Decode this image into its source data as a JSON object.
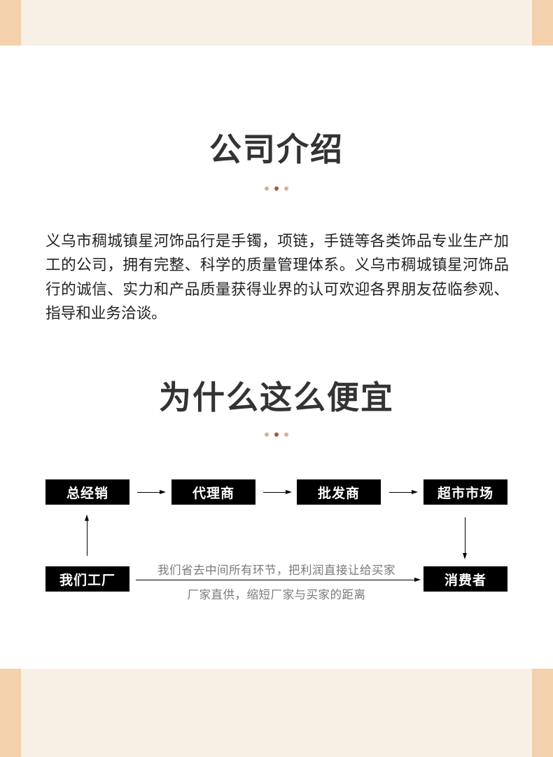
{
  "colors": {
    "band_bg": "#f8efe5",
    "band_side": "#f3d1ad",
    "title_text": "#333333",
    "dot_light": "#d9ad98",
    "dot_dark": "#a85632",
    "box_bg": "#000000",
    "box_text": "#ffffff",
    "caption_text": "#7a7a7a"
  },
  "company_intro": {
    "title": "公司介绍",
    "body": "义乌市稠城镇星河饰品行是手镯，项链，手链等各类饰品专业生产加工的公司，拥有完整、科学的质量管理体系。义乌市稠城镇星河饰品行的诚信、实力和产品质量获得业界的认可欢迎各界朋友莅临参观、指导和业务洽谈。"
  },
  "why_cheap": {
    "title": "为什么这么便宜",
    "chain": {
      "general_distributor": "总经销",
      "agent": "代理商",
      "wholesaler": "批发商",
      "supermarket": "超市市场",
      "factory": "我们工厂",
      "consumer": "消费者"
    },
    "caption_top": "我们省去中间所有环节，把利润直接让给买家",
    "caption_bottom": "厂家直供，缩短厂家与买家的距离"
  }
}
